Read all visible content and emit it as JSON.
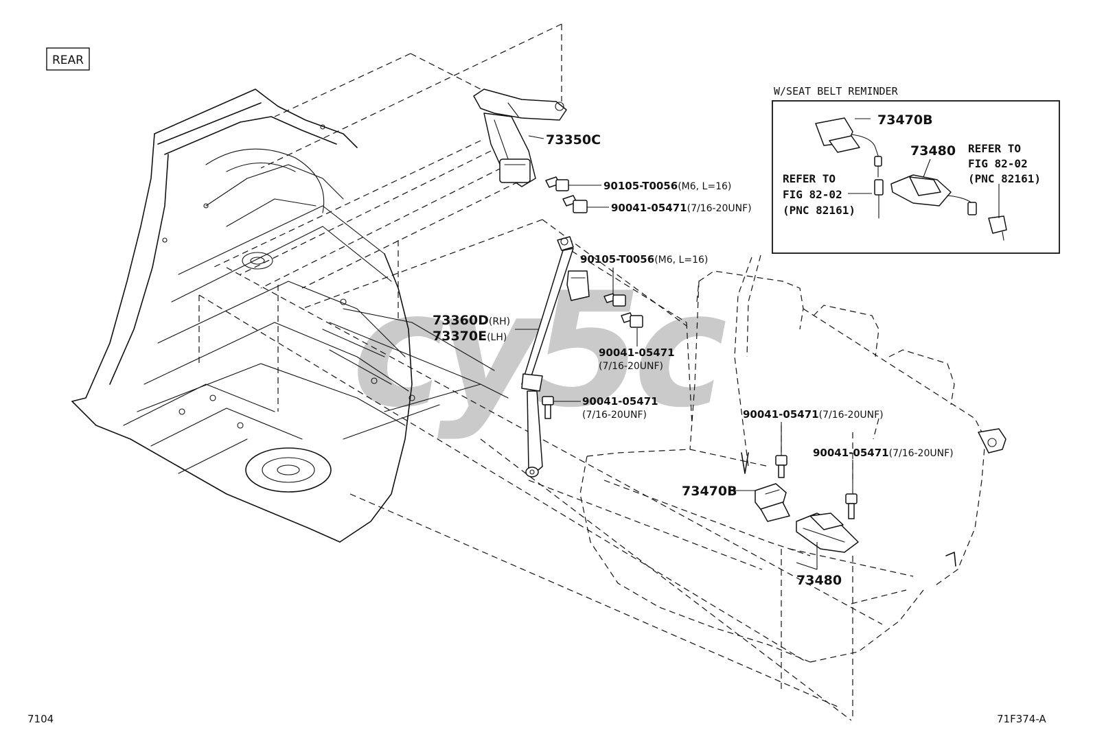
{
  "header": {
    "view_label": "REAR"
  },
  "footer": {
    "page_code_left": "7104",
    "figure_code_right": "71F374-A"
  },
  "watermark": {
    "text": "cy5c"
  },
  "inset": {
    "title": "W/SEAT BELT REMINDER",
    "buckle_part": "73470B",
    "tongue_part": "73480",
    "refer_left": {
      "line1": "REFER TO",
      "line2": "FIG 82-02",
      "line3": "(PNC 82161)"
    },
    "refer_right": {
      "line1": "REFER TO",
      "line2": "FIG 82-02",
      "line3": "(PNC 82161)"
    }
  },
  "callouts": {
    "upper_retractor": "73350C",
    "bolt_m6_upper": {
      "code": "90105-T0056",
      "spec": "(M6, L=16)"
    },
    "bolt_716_upper": {
      "code": "90041-05471",
      "spec": "(7/16-20UNF)"
    },
    "bolt_m6_pillar": {
      "code": "90105-T0056",
      "spec": "(M6, L=16)"
    },
    "side_belt_rh": {
      "code": "73360D",
      "suffix": "(RH)"
    },
    "side_belt_lh": {
      "code": "73370E",
      "suffix": "(LH)"
    },
    "bolt_716_pillar": {
      "code": "90041-05471",
      "spec": "(7/16-20UNF)"
    },
    "bolt_716_floor": {
      "code": "90041-05471",
      "spec": "(7/16-20UNF)"
    },
    "bolt_716_buckle": {
      "code": "90041-05471",
      "spec": "(7/16-20UNF)"
    },
    "bolt_716_tongue": {
      "code": "90041-05471",
      "spec": "(7/16-20UNF)"
    },
    "buckle_main": "73470B",
    "tongue_main": "73480"
  },
  "icons": [
    "rear-view-tag",
    "retractor-icon",
    "bolt-icon",
    "buckle-icon",
    "connector-icon",
    "seat-icon",
    "body-floor-icon"
  ]
}
